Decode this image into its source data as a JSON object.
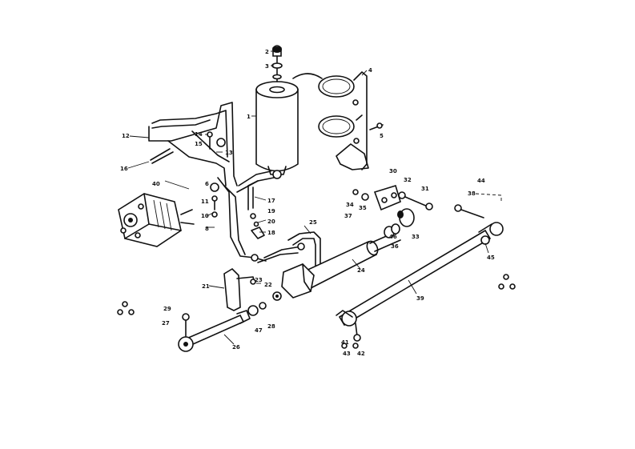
{
  "diagram": {
    "labels": {
      "l1": "1",
      "l2": "2",
      "l3": "3",
      "l4": "4",
      "l5": "5",
      "l6": "6",
      "l8": "8",
      "l10": "10",
      "l11": "11",
      "l12": "12",
      "l13": "13",
      "l14": "14",
      "l15": "15",
      "l16": "16",
      "l17": "17",
      "l18": "18",
      "l19": "19",
      "l20": "20",
      "l21": "21",
      "l22": "22",
      "l23": "23",
      "l24": "24",
      "l25": "25",
      "l26": "26",
      "l27": "27",
      "l28": "28",
      "l29": "29",
      "l30": "30",
      "l31": "31",
      "l32": "32",
      "l33": "33",
      "l34": "34",
      "l35": "35",
      "l36": "36",
      "l37": "37",
      "l38": "38",
      "l39": "39",
      "l40": "40",
      "l41": "41",
      "l42": "42",
      "l43": "43",
      "l44": "44",
      "l45": "45",
      "l46": "46",
      "l47": "47"
    }
  }
}
